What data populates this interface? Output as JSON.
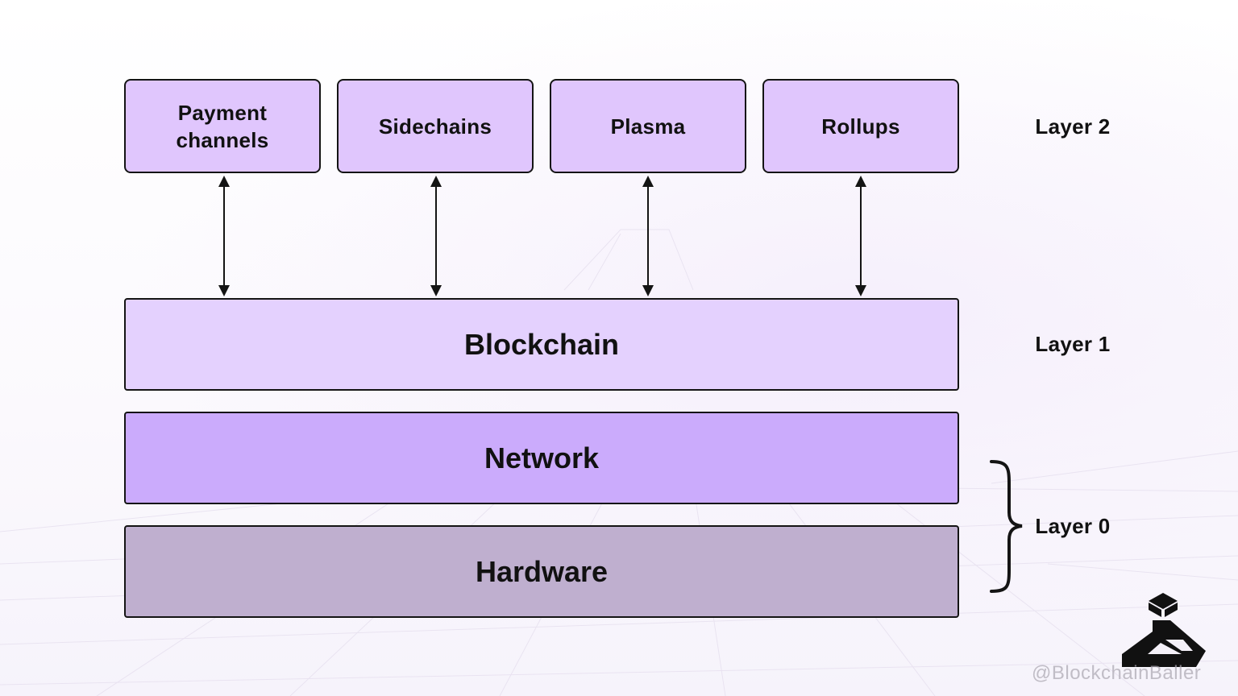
{
  "diagram": {
    "layer2_boxes": [
      {
        "label": "Payment\nchannels"
      },
      {
        "label": "Sidechains"
      },
      {
        "label": "Plasma"
      },
      {
        "label": "Rollups"
      }
    ],
    "blockchain_label": "Blockchain",
    "network_label": "Network",
    "hardware_label": "Hardware",
    "layer_labels": {
      "layer2": "Layer 2",
      "layer1": "Layer 1",
      "layer0": "Layer 0"
    },
    "colors": {
      "layer2_fill": "#e0c6fd",
      "blockchain_fill": "#e4d1fe",
      "network_fill": "#cbabfc",
      "hardware_fill": "#bfafcf",
      "stroke": "#141414"
    }
  },
  "watermark": {
    "text": "@BlockchainBaller",
    "logo_icon": "blockchainballer-logo-icon"
  }
}
